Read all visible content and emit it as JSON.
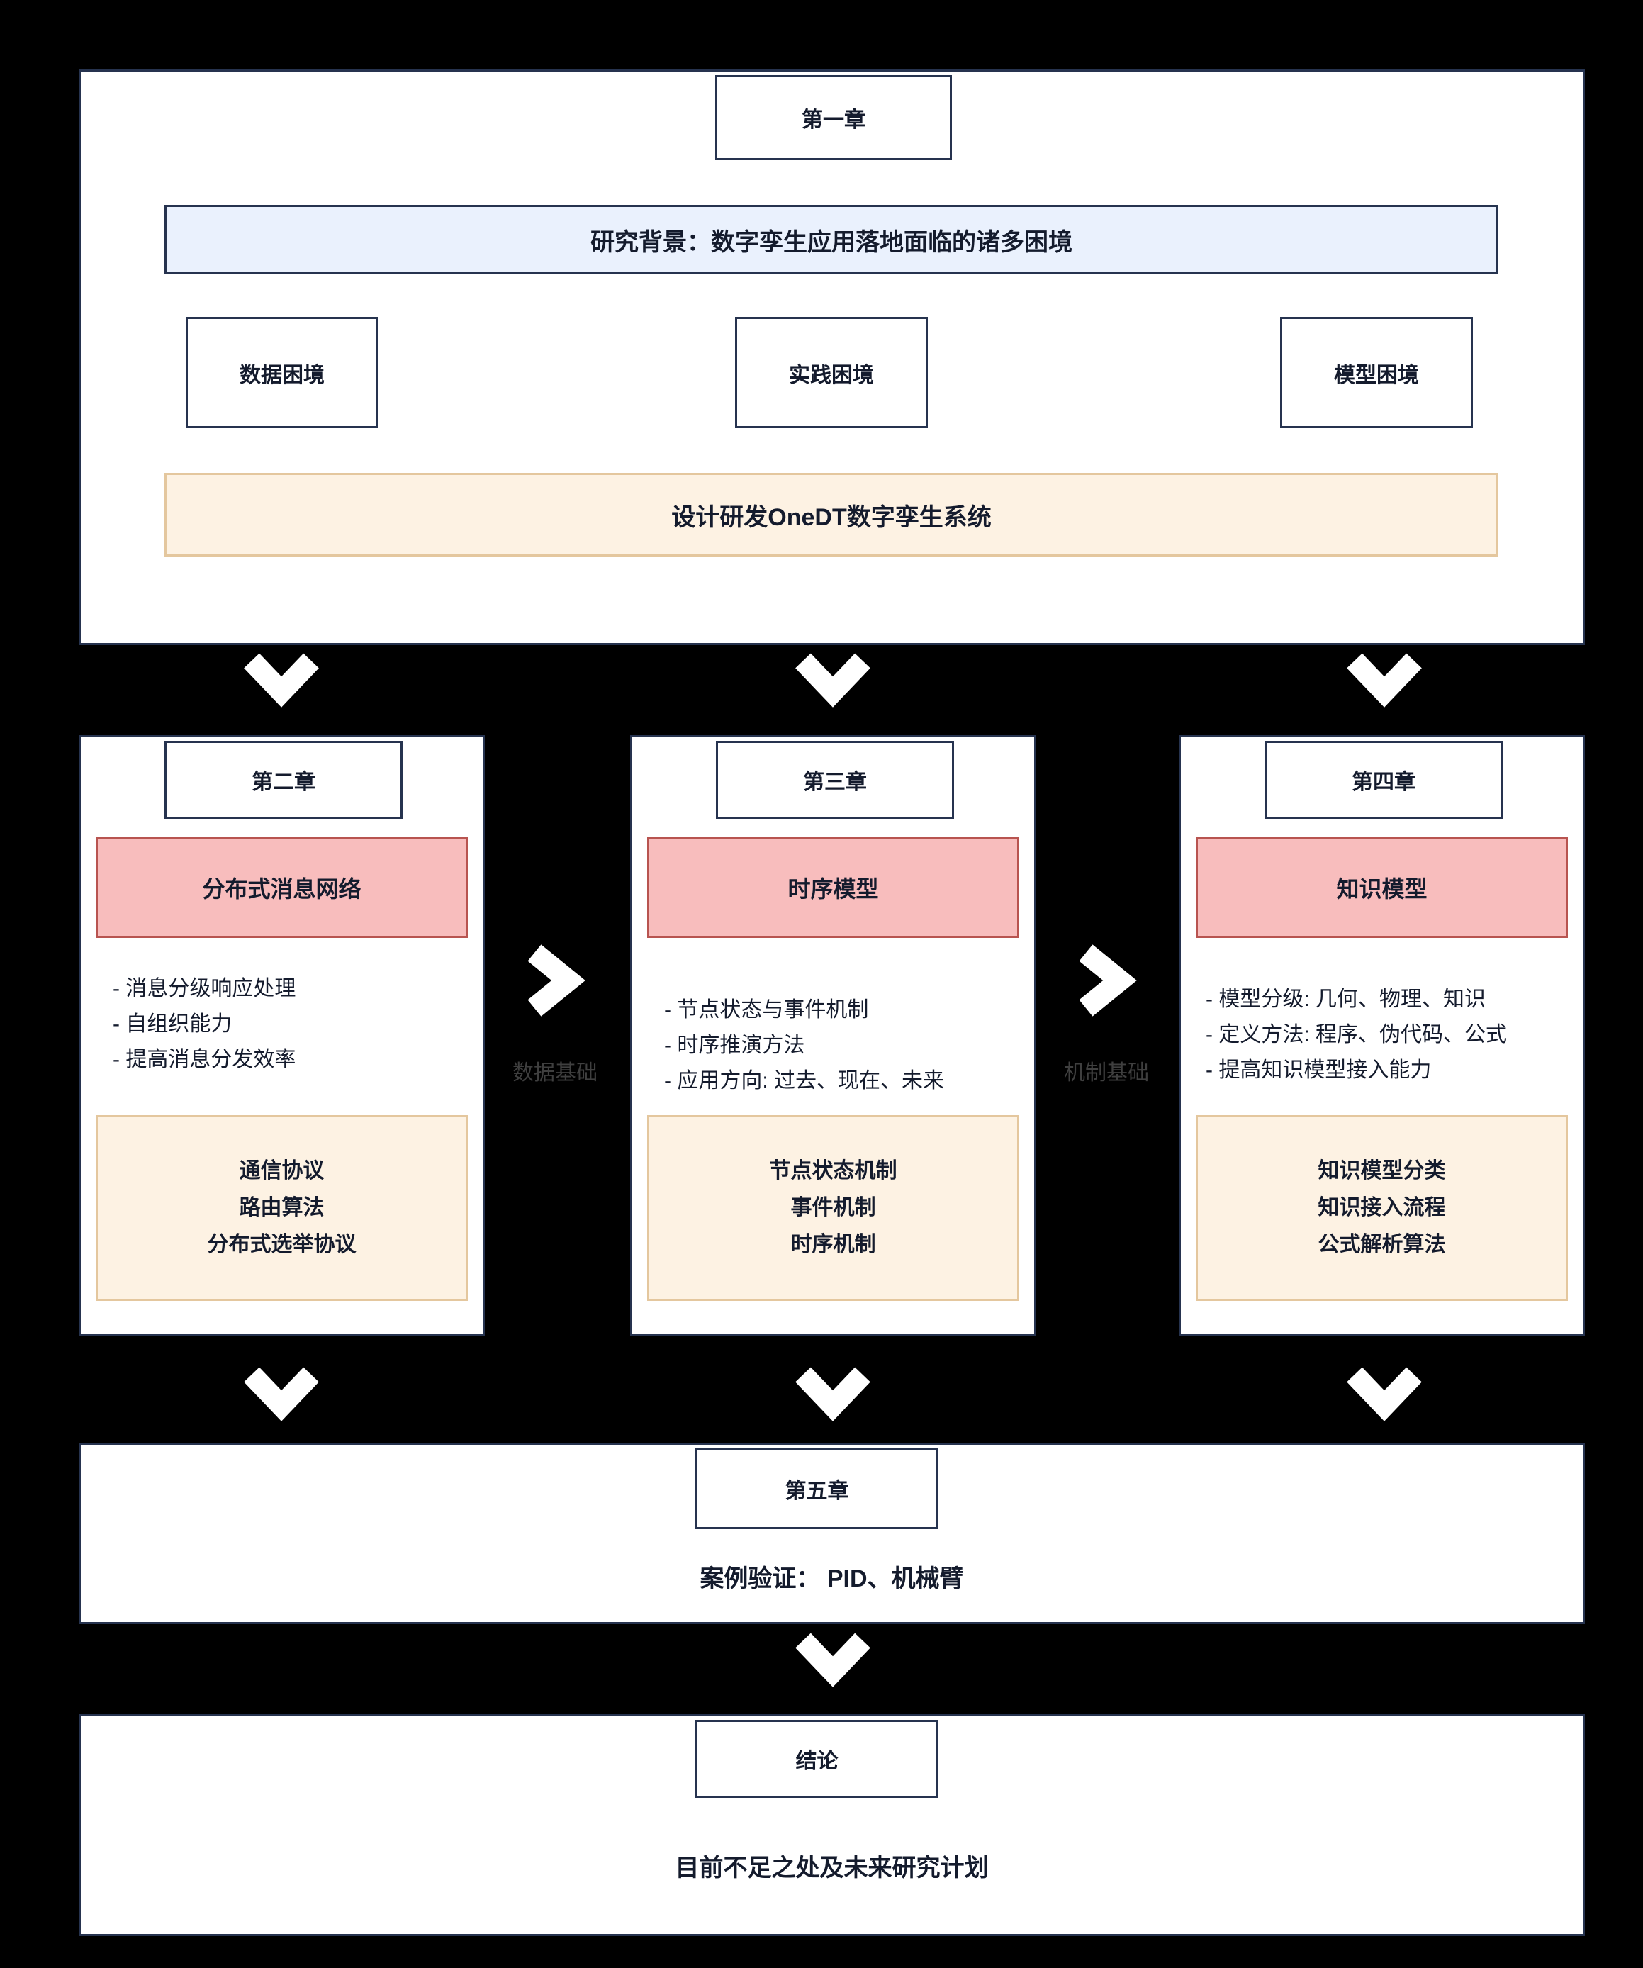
{
  "diagram": {
    "ch1": {
      "label": "第一章",
      "heading": "研究背景：数字孪生应用落地面临的诸多困境",
      "dilemmas": [
        "数据困境",
        "实践困境",
        "模型困境"
      ],
      "solution": "设计研发OneDT数字孪生系统"
    },
    "ch2": {
      "label": "第二章",
      "title": "分布式消息网络",
      "points": [
        "- 消息分级响应处理",
        "- 自组织能力",
        "- 提高消息分发效率"
      ],
      "outputs": [
        "通信协议",
        "路由算法",
        "分布式选举协议"
      ]
    },
    "ch3": {
      "label": "第三章",
      "title": "时序模型",
      "points": [
        "- 节点状态与事件机制",
        "- 时序推演方法",
        "- 应用方向: 过去、现在、未来"
      ],
      "outputs": [
        "节点状态机制",
        "事件机制",
        "时序机制"
      ]
    },
    "ch4": {
      "label": "第四章",
      "title": "知识模型",
      "points": [
        "- 模型分级: 几何、物理、知识",
        "- 定义方法: 程序、伪代码、公式",
        "- 提高知识模型接入能力"
      ],
      "outputs": [
        "知识模型分类",
        "知识接入流程",
        "公式解析算法"
      ]
    },
    "edges": {
      "data_foundation": "数据基础",
      "mechanism_foundation": "机制基础"
    },
    "ch5": {
      "label": "第五章",
      "text": "案例验证： PID、机械臂"
    },
    "conclusion": {
      "label": "结论",
      "text": "目前不足之处及未来研究计划"
    }
  },
  "colors": {
    "background": "#000000",
    "panel_fill": "#ffffff",
    "panel_border": "#26334f",
    "background_box_fill": "#eaf1fd",
    "highlight_fill": "#f8bdbd",
    "highlight_border": "#b85450",
    "output_fill": "#fdf2e3",
    "output_border": "#e4c79e",
    "arrow": "#ffffff",
    "edge_label_text": "#3f3f3f",
    "text": "#141b2d"
  }
}
